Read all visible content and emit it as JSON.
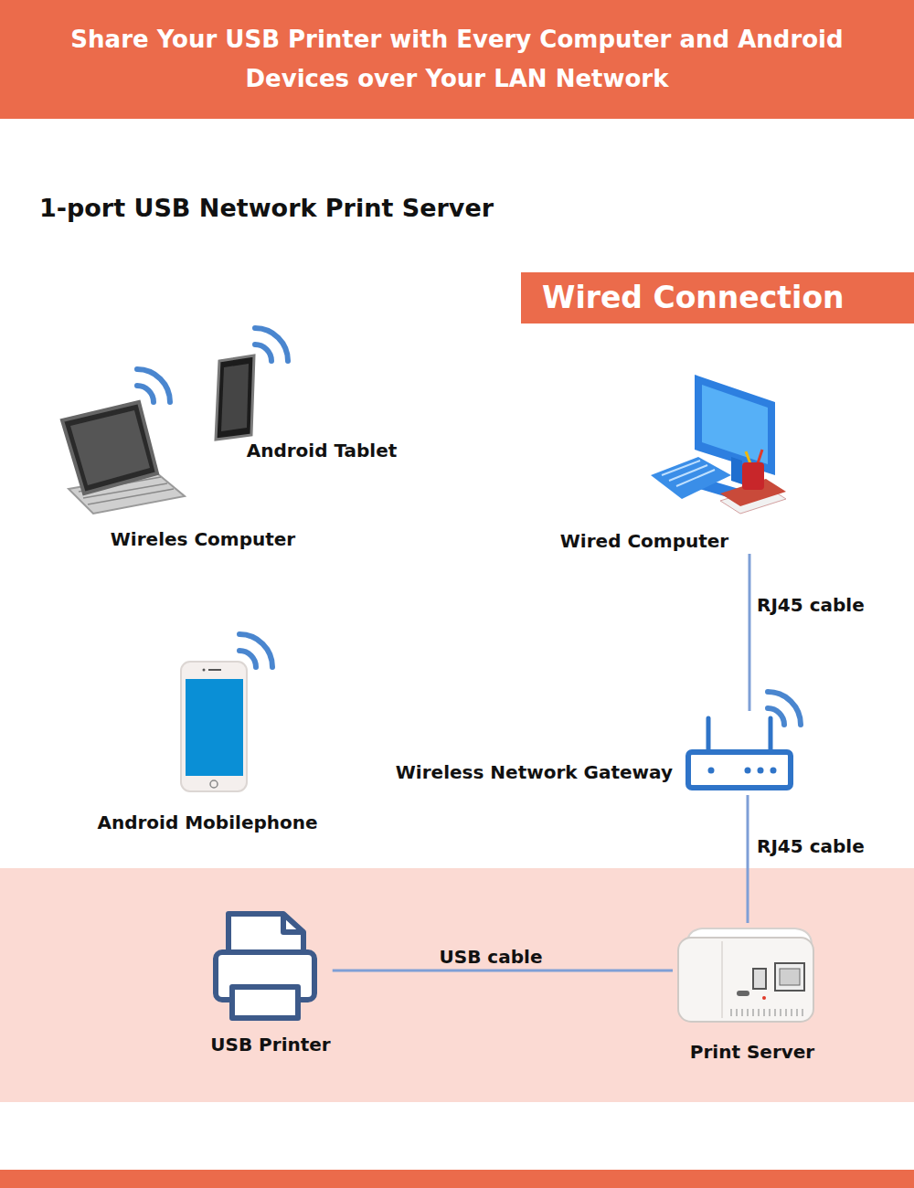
{
  "diagram": {
    "title": "Share Your USB Printer with Every Computer and Android Devices over Your LAN Network",
    "nodes": [
      {
        "text": [
          "Wired Connection"
        ]
      },
      {
        "text": [
          "Android Tablet"
        ]
      },
      {
        "text": [
          "Wireles Computer"
        ]
      },
      {
        "text": [
          "Wired Computer"
        ]
      },
      {
        "text": [
          "Android Mobilephone"
        ]
      },
      {
        "text": [
          "Wireless Network Gateway"
        ]
      },
      {
        "text": [
          "USB Printer"
        ]
      },
      {
        "text": [
          "Print Server"
        ]
      }
    ],
    "edges": [
      {
        "from": 3,
        "to": 5,
        "arrow": "none",
        "label": "RJ45 cable"
      },
      {
        "from": 5,
        "to": 7,
        "arrow": "none",
        "label": "RJ45 cable"
      },
      {
        "from": 6,
        "to": 7,
        "arrow": "none",
        "label": "USB cable"
      }
    ],
    "labels": [
      "1-port USB Network Print Server"
    ]
  }
}
